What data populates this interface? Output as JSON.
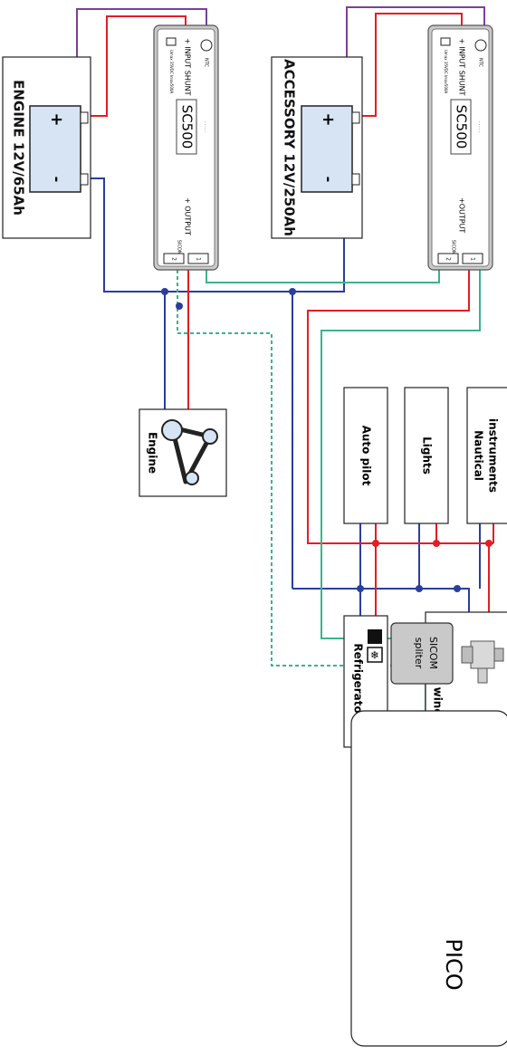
{
  "batteries": {
    "engine": {
      "label": "ENGINE 12V/65Ah",
      "plus": "+",
      "minus": "-"
    },
    "accessory": {
      "label": "ACCESSORY 12V/250Ah",
      "plus": "+",
      "minus": "-"
    }
  },
  "monitors": {
    "one": {
      "model": "SC500",
      "input_label": "+ INPUT SHUNT",
      "output_label": "+ OUTPUT",
      "ntc_label": "NTC",
      "small_spec": "Umax 35VDC Imax500A",
      "sicom_label": "SICOM",
      "port_1": "1",
      "port_2": "2"
    },
    "two": {
      "model": "SC500",
      "input_label": "+ INPUT SHUNT",
      "output_label": "+OUTPUT",
      "ntc_label": "NTC",
      "small_spec": "Umax 35VDC Imax500A",
      "sicom_label": "SICOM",
      "port_1": "1",
      "port_2": "2"
    }
  },
  "loads": {
    "engine": "Engine",
    "nautical": [
      "Nautical",
      "instruments"
    ],
    "lights": "Lights",
    "autopilot": "Auto pilot",
    "refrigerator": "Refrigerator",
    "winch": "Electric winch"
  },
  "splitter": [
    "SICOM",
    "spliter"
  ],
  "pico": "PICO",
  "colors": {
    "positive": "#e31e24",
    "negative": "#2b3e9c",
    "sense": "#7b3f9d",
    "data": "#3cb38a",
    "battery": "#d6e4f4",
    "monitor": "#cfcfcf"
  }
}
